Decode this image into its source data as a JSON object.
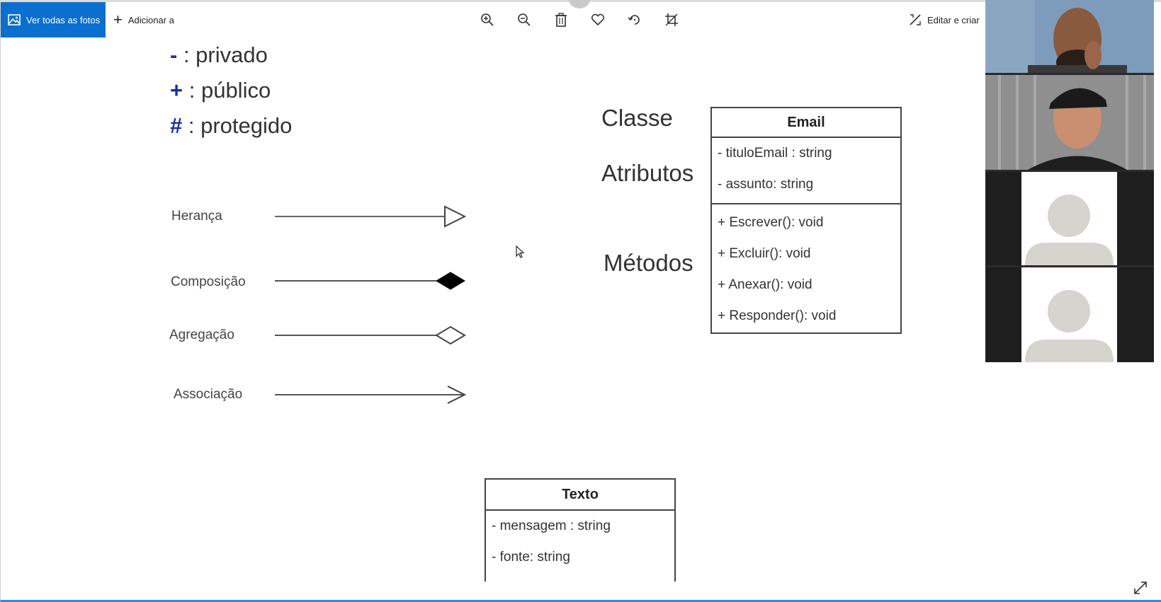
{
  "toolbar": {
    "all_photos_label": "Ver todas as fotos",
    "add_to_label": "Adicionar a",
    "edit_create_label": "Editar e criar",
    "icons": [
      "zoom-in-icon",
      "zoom-out-icon",
      "trash-icon",
      "heart-icon",
      "rotate-icon",
      "crop-icon"
    ]
  },
  "visibility_legend": {
    "private_symbol": "-",
    "private_text": ": privado",
    "public_symbol": "+",
    "public_text": ": público",
    "protected_symbol": "#",
    "protected_text": ": protegido"
  },
  "relationships": {
    "inheritance": "Herança",
    "composition": "Composição",
    "aggregation": "Agregação",
    "association": "Associação"
  },
  "sections": {
    "class": "Classe",
    "attributes": "Atributos",
    "methods": "Métodos"
  },
  "email_class": {
    "name": "Email",
    "attributes": [
      "- tituloEmail : string",
      "- assunto: string"
    ],
    "methods": [
      "+ Escrever(): void",
      "+ Excluir(): void",
      "+ Anexar(): void",
      "+ Responder(): void"
    ]
  },
  "texto_class": {
    "name": "Texto",
    "attributes": [
      "- mensagem : string",
      "- fonte: string"
    ]
  },
  "colors": {
    "accent": "#0b6fcf",
    "symbol_blue": "#1a2fa6"
  }
}
